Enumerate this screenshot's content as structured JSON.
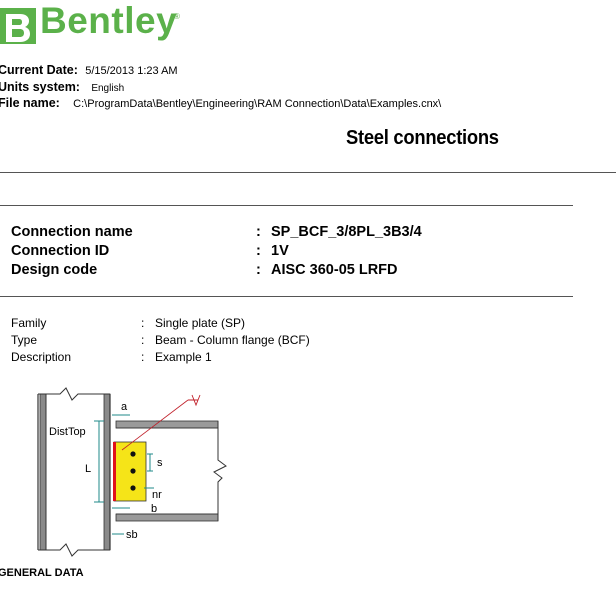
{
  "header": {
    "brand": "Bentley",
    "registered_mark": "®"
  },
  "meta": {
    "current_date_label": "Current Date:",
    "current_date_value": "5/15/2013 1:23 AM",
    "units_label": "Units system:",
    "units_value": "English",
    "file_label": "File name:",
    "file_value": "C:\\ProgramData\\Bentley\\Engineering\\RAM Connection\\Data\\Examples.cnx\\"
  },
  "title": "Steel connections",
  "connection": {
    "name_label": "Connection name",
    "name_value": "SP_BCF_3/8PL_3B3/4",
    "id_label": "Connection ID",
    "id_value": "1V",
    "code_label": "Design code",
    "code_value": "AISC 360-05 LRFD",
    "separator": ":"
  },
  "details": {
    "family_label": "Family",
    "family_value": "Single plate (SP)",
    "type_label": "Type",
    "type_value": "Beam - Column flange (BCF)",
    "description_label": "Description",
    "description_value": "Example 1",
    "separator": ":"
  },
  "diagram": {
    "label_a": "a",
    "label_disttop": "DistTop",
    "label_l": "L",
    "label_s": "s",
    "label_nr": "nr",
    "label_b": "b",
    "label_sb": "sb",
    "plate_color": "#f5e418",
    "weld_color": "#e0101a",
    "dim_color": "#1f8a8a",
    "arrow_color": "#c0202a"
  },
  "section": {
    "general_data": "GENERAL DATA"
  }
}
